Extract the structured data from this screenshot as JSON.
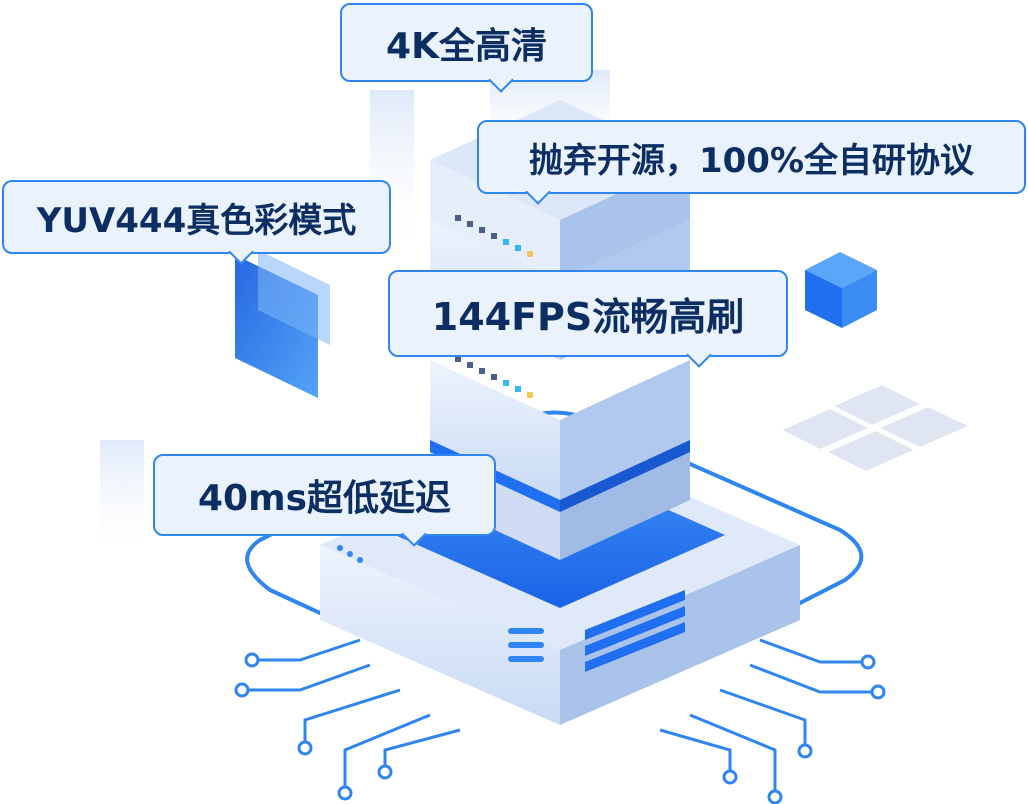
{
  "features": {
    "resolution": "4K全高清",
    "protocol": "抛弃开源，100%全自研协议",
    "color_mode": "YUV444真色彩模式",
    "frame_rate": "144FPS流畅高刷",
    "latency": "40ms超低延迟"
  },
  "colors": {
    "accent": "#2f86f0",
    "text": "#0d2e63",
    "bubble_bg": "#eaf3fd",
    "server_light": "#e3ecfa",
    "server_mid": "#bcd2f2",
    "server_dark": "#9fbbe6",
    "deep_blue": "#1f6ff0"
  }
}
